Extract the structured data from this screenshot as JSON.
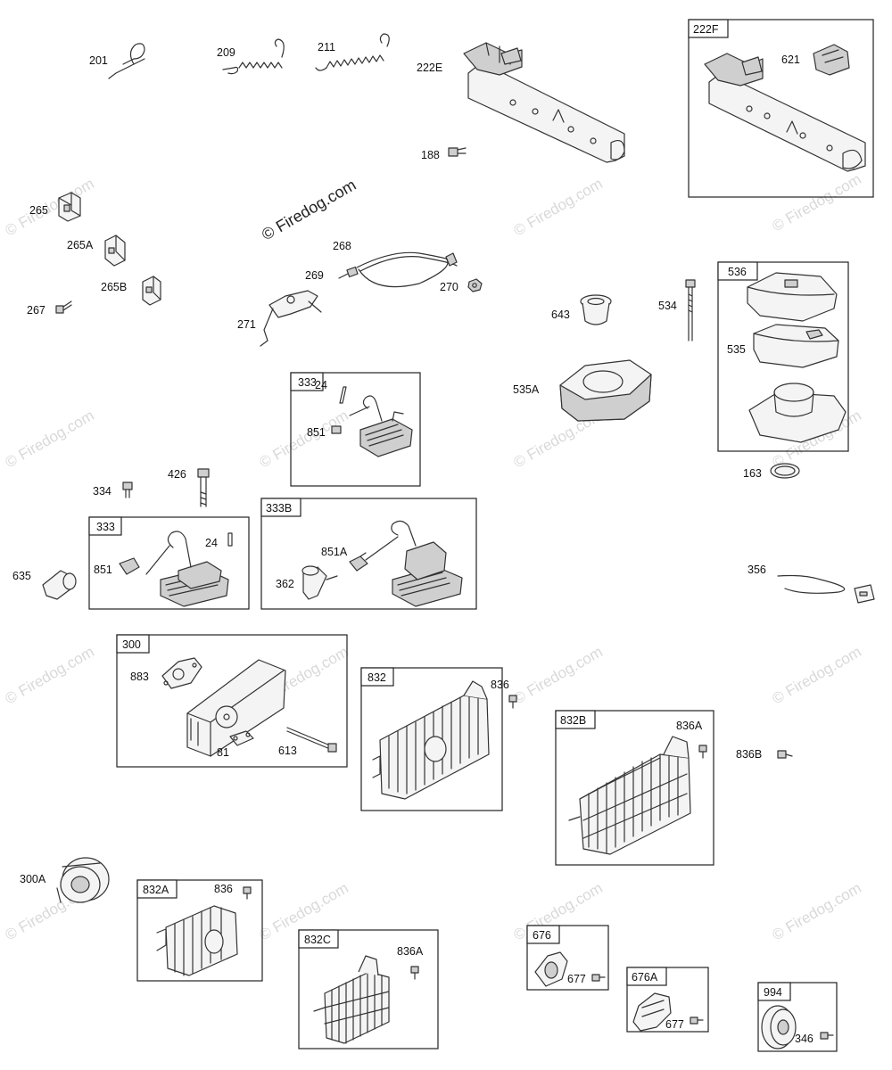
{
  "watermark": {
    "text": "© Firedog.com",
    "small": "© Firedog.com"
  },
  "labels": {
    "p201": "201",
    "p209": "209",
    "p211": "211",
    "p222E": "222E",
    "p188": "188",
    "p265": "265",
    "p265A": "265A",
    "p265B": "265B",
    "p267": "267",
    "p268": "268",
    "p269": "269",
    "p270": "270",
    "p271": "271",
    "p643": "643",
    "p534": "534",
    "p535": "535",
    "p535A": "535A",
    "p163": "163",
    "p621": "621",
    "p24a": "24",
    "p851a": "851",
    "p426": "426",
    "p334": "334",
    "p635": "635",
    "p24b": "24",
    "p851b": "851",
    "p851A": "851A",
    "p362": "362",
    "p356": "356",
    "p883": "883",
    "p81": "81",
    "p613": "613",
    "p836a": "836",
    "p836A_a": "836A",
    "p836B": "836B",
    "p300A": "300A",
    "p836b": "836",
    "p836A_b": "836A",
    "p677a": "677",
    "p677b": "677",
    "p346": "346"
  },
  "boxes": {
    "b222F": "222F",
    "b536": "536",
    "b333a": "333",
    "b333b": "333",
    "b333B": "333B",
    "b300": "300",
    "b832": "832",
    "b832B": "832B",
    "b832A": "832A",
    "b832C": "832C",
    "b676": "676",
    "b676A": "676A",
    "b994": "994"
  }
}
